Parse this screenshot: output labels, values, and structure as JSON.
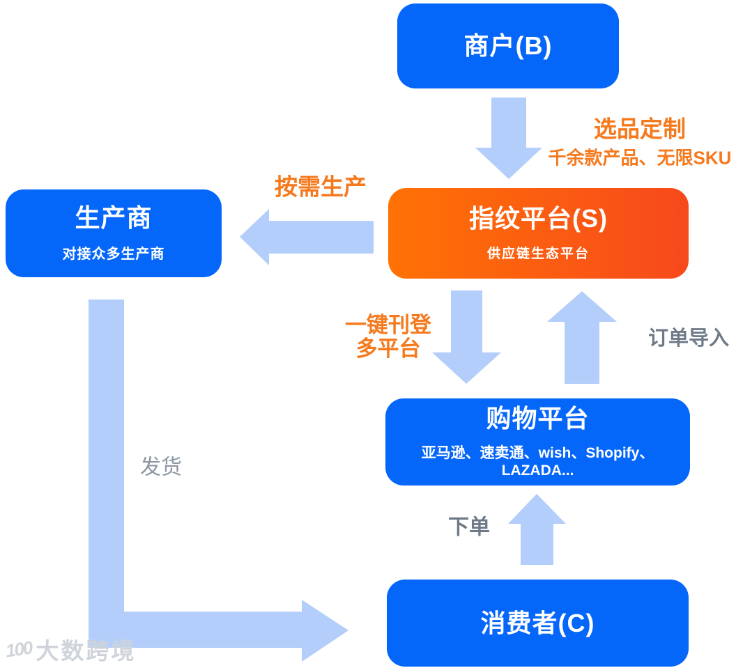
{
  "diagram": {
    "nodes": {
      "merchant": {
        "title": "商户(B)"
      },
      "platform": {
        "title": "指纹平台(S)",
        "subtitle": "供应链生态平台"
      },
      "manufacturer": {
        "title": "生产商",
        "subtitle": "对接众多生产商"
      },
      "shopping": {
        "title": "购物平台",
        "subtitle": "亚马逊、速卖通、wish、Shopify、LAZADA..."
      },
      "consumer": {
        "title": "消费者(C)"
      }
    },
    "edges": {
      "select_customize": {
        "label_line1": "选品定制",
        "label_line2": "千余款产品、无限SKU"
      },
      "on_demand": {
        "label": "按需生产"
      },
      "one_click": {
        "label_line1": "一键刊登",
        "label_line2": "多平台"
      },
      "order_import": {
        "label": "订单导入"
      },
      "place_order": {
        "label": "下单"
      },
      "ship": {
        "label": "发货"
      }
    }
  },
  "watermark": {
    "logo": "100",
    "text": "大数跨境"
  },
  "colors": {
    "background": "#ffffff",
    "box_blue": "#0567fa",
    "platform_gradient_left": "#ff7205",
    "platform_gradient_right": "#f7491c",
    "arrow_blue": "#b3cefa",
    "label_orange": "#f5791d",
    "label_gray": "#6f7a88",
    "label_gray_light": "#8d97a2",
    "box_text": "#ffffff",
    "watermark_gray": "rgba(168,177,188,0.55)"
  }
}
